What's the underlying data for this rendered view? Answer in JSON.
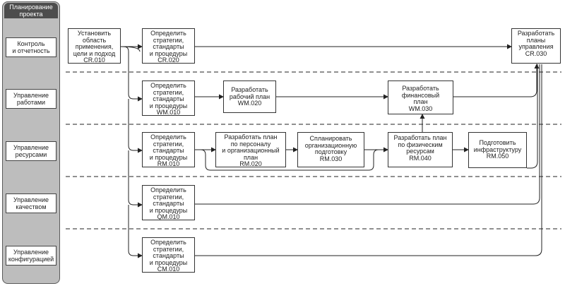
{
  "header": {
    "title": "Планирование\nпроекта"
  },
  "lanes": [
    "Контроль\nи отчетность",
    "Управление\nработами",
    "Управление\nресурсами",
    "Управление\nкачеством",
    "Управление\nконфигурацией"
  ],
  "tasks": {
    "cr010": "Установить\nобласть\nприменения,\nцели и подход\nCR.010",
    "cr020": "Определить\nстратегии,\nстандарты\nи процедуры\nCR.020",
    "cr030": "Разработать\nпланы\nуправления\nCR.030",
    "wm010": "Определить\nстратегии,\nстандарты\nи процедуры\nWM.010",
    "wm020": "Разработать\nрабочий план\nWM.020",
    "wm030": "Разработать\nфинансовый\nплан\nWM.030",
    "rm010": "Определить\nстратегии,\nстандарты\nи процедуры\nRM.010",
    "rm020": "Разработать план\nпо персоналу\nи организационный\nплан\nRM.020",
    "rm030": "Спланировать\nорганизационную\nподготовку\nRM.030",
    "rm040": "Разработать план\nпо физическим\nресурсам\nRM.040",
    "rm050": "Подготовить\nинфраструктуру\nRM.050",
    "qm010": "Определить\nстратегии,\nстандарты\nи процедуры\nQM.010",
    "cm010": "Определить\nстратегии,\nстандарты\nи процедуры\nCM.010"
  }
}
